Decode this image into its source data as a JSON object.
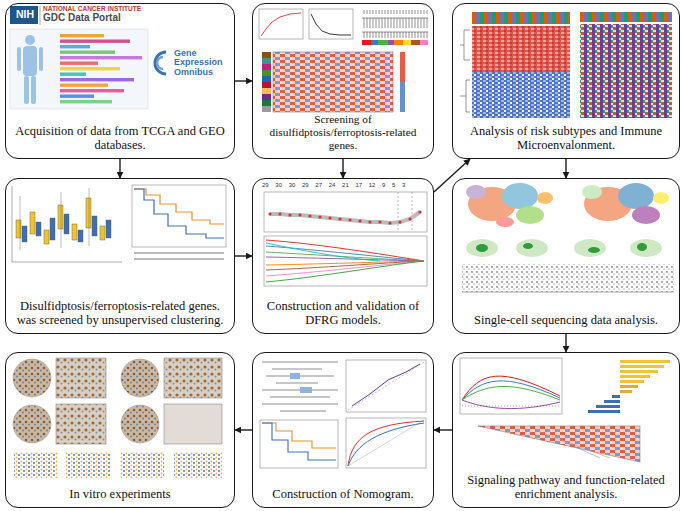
{
  "diagram": {
    "nodes": [
      {
        "text": [
          "Acquisition of data from TCGA and GEO databases."
        ]
      },
      {
        "text": [
          "Screening of disulfidptosis/ferroptosis-related genes."
        ]
      },
      {
        "text": [
          "Analysis of risk subtypes and Immune Microenvalonment."
        ]
      },
      {
        "text": [
          "Disulfidptosis/ferroptosis-related genes. was screened by unsupervised clustering."
        ]
      },
      {
        "text": [
          "Construction and validation of DFRG models."
        ]
      },
      {
        "text": [
          "Single-cell sequencing data analysis."
        ]
      },
      {
        "text": [
          "In vitro experiments"
        ]
      },
      {
        "text": [
          "Construction of Nomogram."
        ]
      },
      {
        "text": [
          "Signaling pathway and function-related enrichment analysis."
        ]
      }
    ],
    "edges": [
      {
        "from": 0,
        "to": 1,
        "arrow": "to"
      },
      {
        "from": 1,
        "to": 4,
        "arrow": "to"
      },
      {
        "from": 0,
        "to": 3,
        "arrow": "to"
      },
      {
        "from": 3,
        "to": 4,
        "arrow": "to"
      },
      {
        "from": 4,
        "to": 2,
        "arrow": "to"
      },
      {
        "from": 2,
        "to": 5,
        "arrow": "to"
      },
      {
        "from": 5,
        "to": 8,
        "arrow": "to"
      },
      {
        "from": 8,
        "to": 7,
        "arrow": "to"
      },
      {
        "from": 7,
        "to": 6,
        "arrow": "to"
      }
    ],
    "labels": [
      "NIH",
      "NATIONAL CANCER INSTITUTE",
      "GDC Data Portal",
      "Gene Expression Omnibus",
      "29 30 30 29 27 24 21 17 12 9 5 3"
    ]
  }
}
